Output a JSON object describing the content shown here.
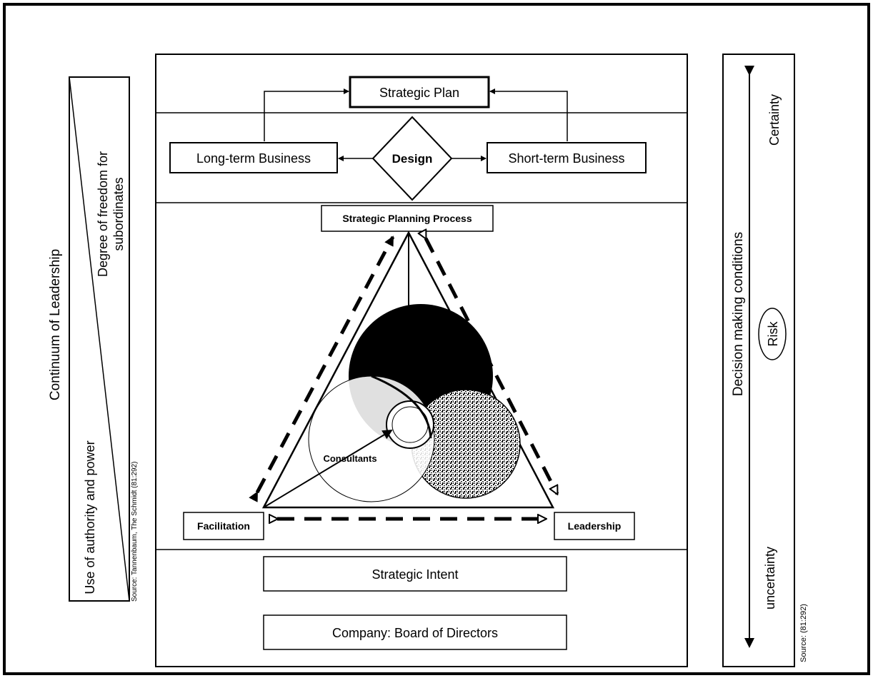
{
  "left_panel": {
    "main_label": "Continuum of Leadership",
    "upper_label_line1": "Degree of freedom for",
    "upper_label_line2": "subordinates",
    "lower_label": "Use of authority and power",
    "source": "Source: Tannenbaum, The Schmidt (81:292)"
  },
  "center": {
    "strategic_plan": "Strategic Plan",
    "design": "Design",
    "long_term": "Long-term Business",
    "short_term": "Short-term Business",
    "strategic_planning_process": "Strategic Planning Process",
    "consultants": "Consultants",
    "facilitation": "Facilitation",
    "leadership": "Leadership",
    "strategic_intent": "Strategic Intent",
    "company_board": "Company: Board of Directors"
  },
  "right_panel": {
    "main_label": "Decision making conditions",
    "top_label": "Certainty",
    "middle_label": "Risk",
    "bottom_label": "uncertainty",
    "source": "Source: (81:292)"
  }
}
